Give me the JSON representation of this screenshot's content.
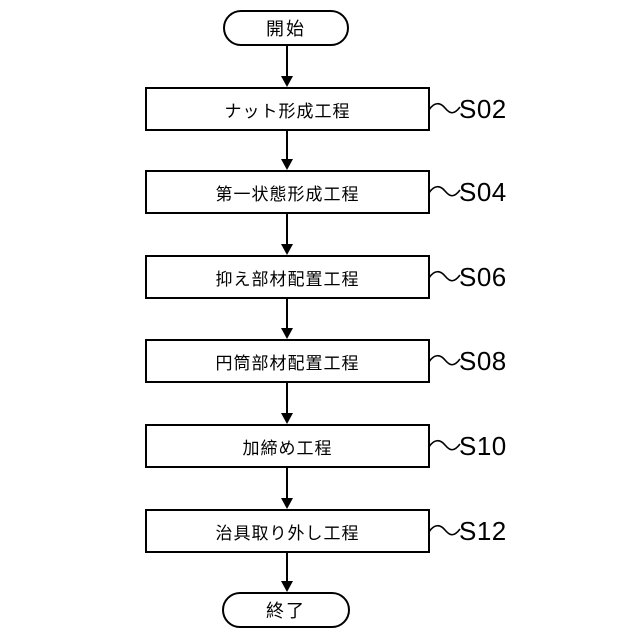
{
  "figure": {
    "type": "flowchart",
    "background_color": "#ffffff",
    "line_color": "#000000",
    "start": {
      "label": "開始"
    },
    "end": {
      "label": "終了"
    },
    "steps": [
      {
        "label": "ナット形成工程",
        "code": "S02"
      },
      {
        "label": "第一状態形成工程",
        "code": "S04"
      },
      {
        "label": "抑え部材配置工程",
        "code": "S06"
      },
      {
        "label": "円筒部材配置工程",
        "code": "S08"
      },
      {
        "label": "加締め工程",
        "code": "S10"
      },
      {
        "label": "治具取り外し工程",
        "code": "S12"
      }
    ]
  }
}
